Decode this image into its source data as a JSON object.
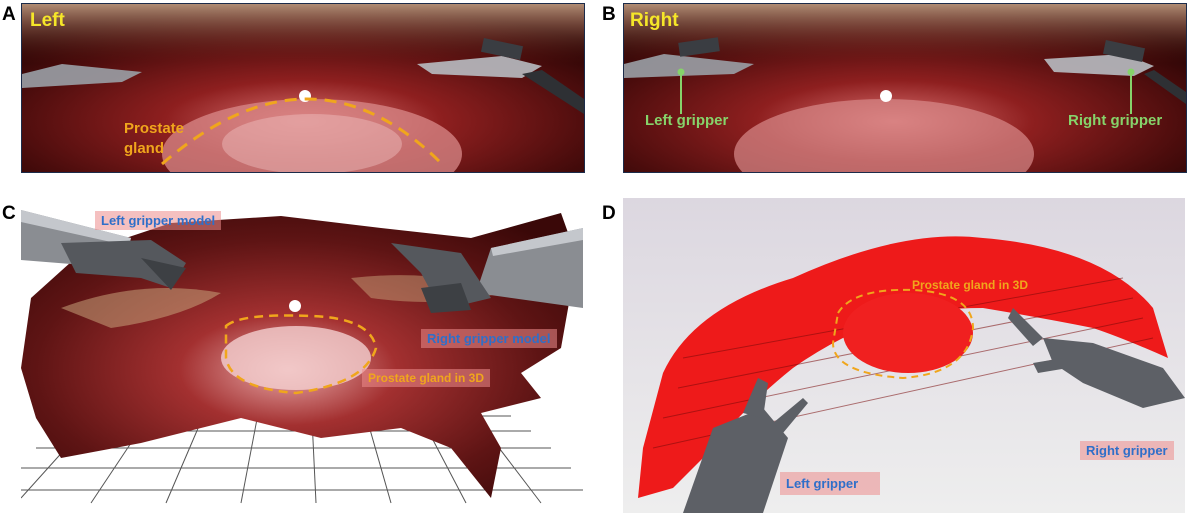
{
  "panels": {
    "A": {
      "letter": "A",
      "title": "Left",
      "prostate_label_line1": "Prostate",
      "prostate_label_line2": "gland"
    },
    "B": {
      "letter": "B",
      "title": "Right",
      "left_gripper": "Left gripper",
      "right_gripper": "Right gripper"
    },
    "C": {
      "letter": "C",
      "left_model": "Left gripper model",
      "right_model": "Right gripper model",
      "prostate_3d": "Prostate gland in 3D"
    },
    "D": {
      "letter": "D",
      "prostate_3d": "Prostate gland in 3D",
      "left_gripper": "Left gripper",
      "right_gripper": "Right gripper"
    }
  },
  "colors": {
    "tissue_dark": "#4a0c0c",
    "tissue_red": "#8e1f1f",
    "highlight_orange": "#f0a61c",
    "label_green": "#86d36a",
    "label_blue": "#2f6fc9",
    "label_yellow": "#f5e629",
    "voxel_red": "#ee1a1a",
    "tool_gray": "#5d6066"
  }
}
